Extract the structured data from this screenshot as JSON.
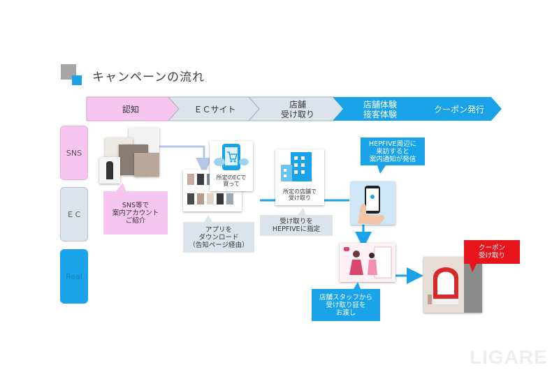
{
  "title": "キャンペーンの流れ",
  "steps": [
    {
      "label": "認知",
      "fill": "#f6c6f0",
      "text": "#333333"
    },
    {
      "label": "ＥＣサイト",
      "fill": "#dde3ea",
      "text": "#333333"
    },
    {
      "label": "店舗\n受け取り",
      "fill": "#dde3ea",
      "text": "#333333"
    },
    {
      "label": "店舗体験\n接客体験",
      "fill": "#1aa3e8",
      "text": "#ffffff"
    },
    {
      "label": "クーポン発行",
      "fill": "#1aa3e8",
      "text": "#ffffff"
    }
  ],
  "rows": [
    {
      "label": "SNS",
      "fill": "#f6c6f0",
      "text": "#555555"
    },
    {
      "label": "ＥＣ",
      "fill": "#dde3ea",
      "text": "#555555"
    },
    {
      "label": "Real",
      "fill": "#1aa3e8",
      "text": "#1a7fc0"
    }
  ],
  "callouts": {
    "sns": "SNS等で\n案内アカウント\nご紹介",
    "app": "アプリを\nダウンロード\n（告知ページ経由）",
    "pickup": "受け取りを\nHEPFIVEに指定",
    "visit": "HEPFIVE周辺に\n来訪すると\n案内通知が発信",
    "staff": "店舗スタッフから\n受け取り証を\nお渡し",
    "coupon": "クーポン\n受け取り"
  },
  "cards": {
    "ec_buy": "所定のECで\n買って",
    "store_pickup": "所定の店舗で\n受け取り"
  },
  "watermark": "LIGARE",
  "colors": {
    "accent": "#1aa3e8",
    "pink": "#f6c6f0",
    "grey": "#dde3ea",
    "arrow_grey": "#b4c7e7"
  }
}
